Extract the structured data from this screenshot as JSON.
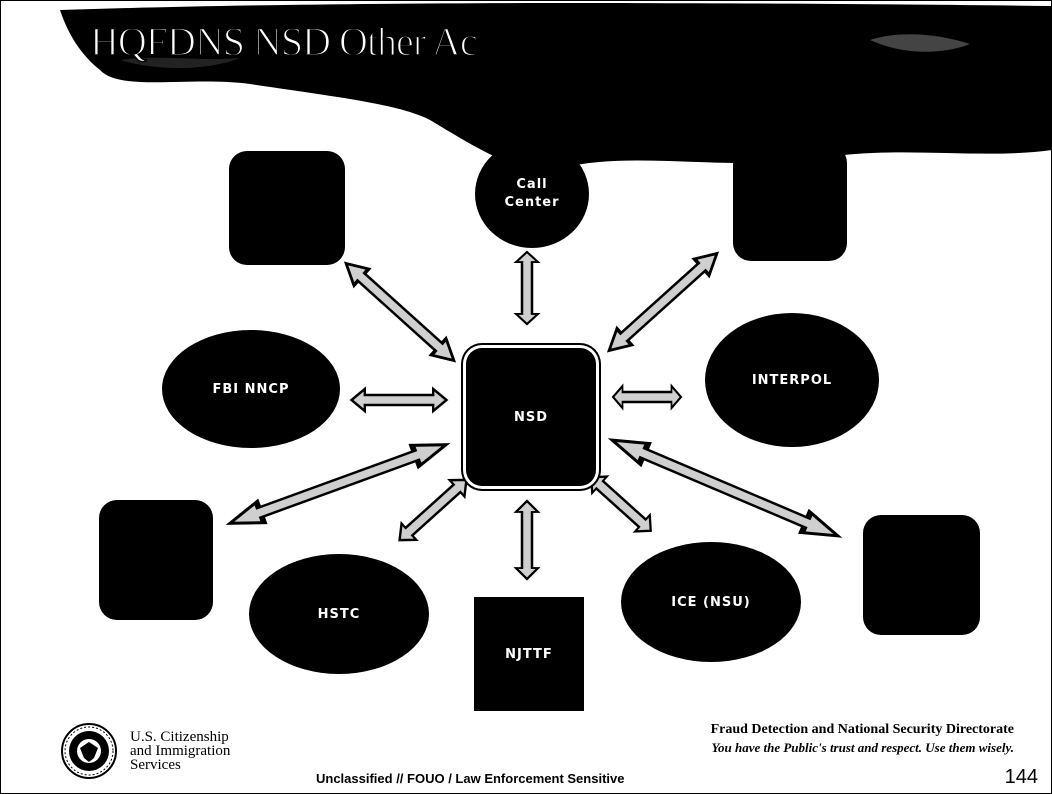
{
  "slide": {
    "title_line1": "HQFDNS NSD Other Ac",
    "title_line2": "Assignments",
    "page_number": "144"
  },
  "nodes": {
    "call_center_line1": "Call",
    "call_center_line2": "Center",
    "fbi": "FBI NNCP",
    "interpol": "INTERPOL",
    "nsd": "NSD",
    "hstc": "HSTC",
    "njttf": "NJTTF",
    "ice": "ICE (NSU)"
  },
  "footer": {
    "agency_line1": "U.S. Citizenship",
    "agency_line2": "and Immigration",
    "agency_line3": "Services",
    "directorate": "Fraud Detection and National Security Directorate",
    "motto": "You have the Public's trust and respect. Use them wisely.",
    "classification": "Unclassified // FOUO / Law Enforcement Sensitive"
  },
  "colors": {
    "node_fill": "#000000",
    "arrow_fill": "#cfcfcf",
    "background": "#ffffff"
  },
  "icons": {
    "seal": "dhs-seal-icon"
  }
}
